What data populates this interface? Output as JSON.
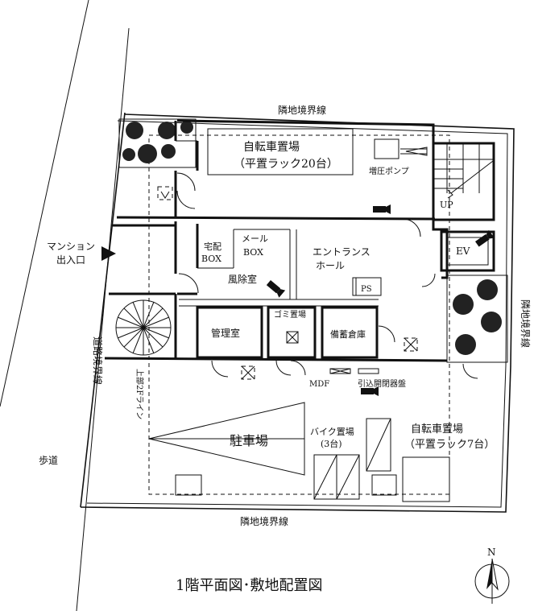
{
  "title": "1階平面図･敷地配置図",
  "compass": {
    "north_label": "N"
  },
  "boundaries": {
    "top": "隣地境界線",
    "bottom": "隣地境界線",
    "right": "隣地境界線",
    "road": "道路境界線"
  },
  "outside": {
    "sidewalk": "歩道",
    "entrance_line1": "マンション",
    "entrance_line2": "出入口",
    "upper_2f_line": "上部2Fライン"
  },
  "rooms": {
    "bike_parking_top_line1": "自転車置場",
    "bike_parking_top_line2": "（平置ラック20台）",
    "booster_pump": "増圧ポンプ",
    "stairs_up": "UP",
    "elevator": "EV",
    "delivery_box_line1": "宅配",
    "delivery_box_line2": "BOX",
    "mail_box_line1": "メール",
    "mail_box_line2": "BOX",
    "windbreak_room": "風除室",
    "entrance_hall_line1": "エントランス",
    "entrance_hall_line2": "ホール",
    "pipe_space": "PS",
    "management_room": "管理室",
    "garbage_storage": "ゴミ置場",
    "emergency_storage": "備蓄倉庫",
    "mdf": "MDF",
    "incoming_panel": "引込開閉器盤",
    "car_parking": "駐車場",
    "motorbike_line1": "バイク置場",
    "motorbike_line2": "(3台)",
    "bike_parking_bottom_line1": "自転車置場",
    "bike_parking_bottom_line2": "（平置ラック7台）"
  }
}
